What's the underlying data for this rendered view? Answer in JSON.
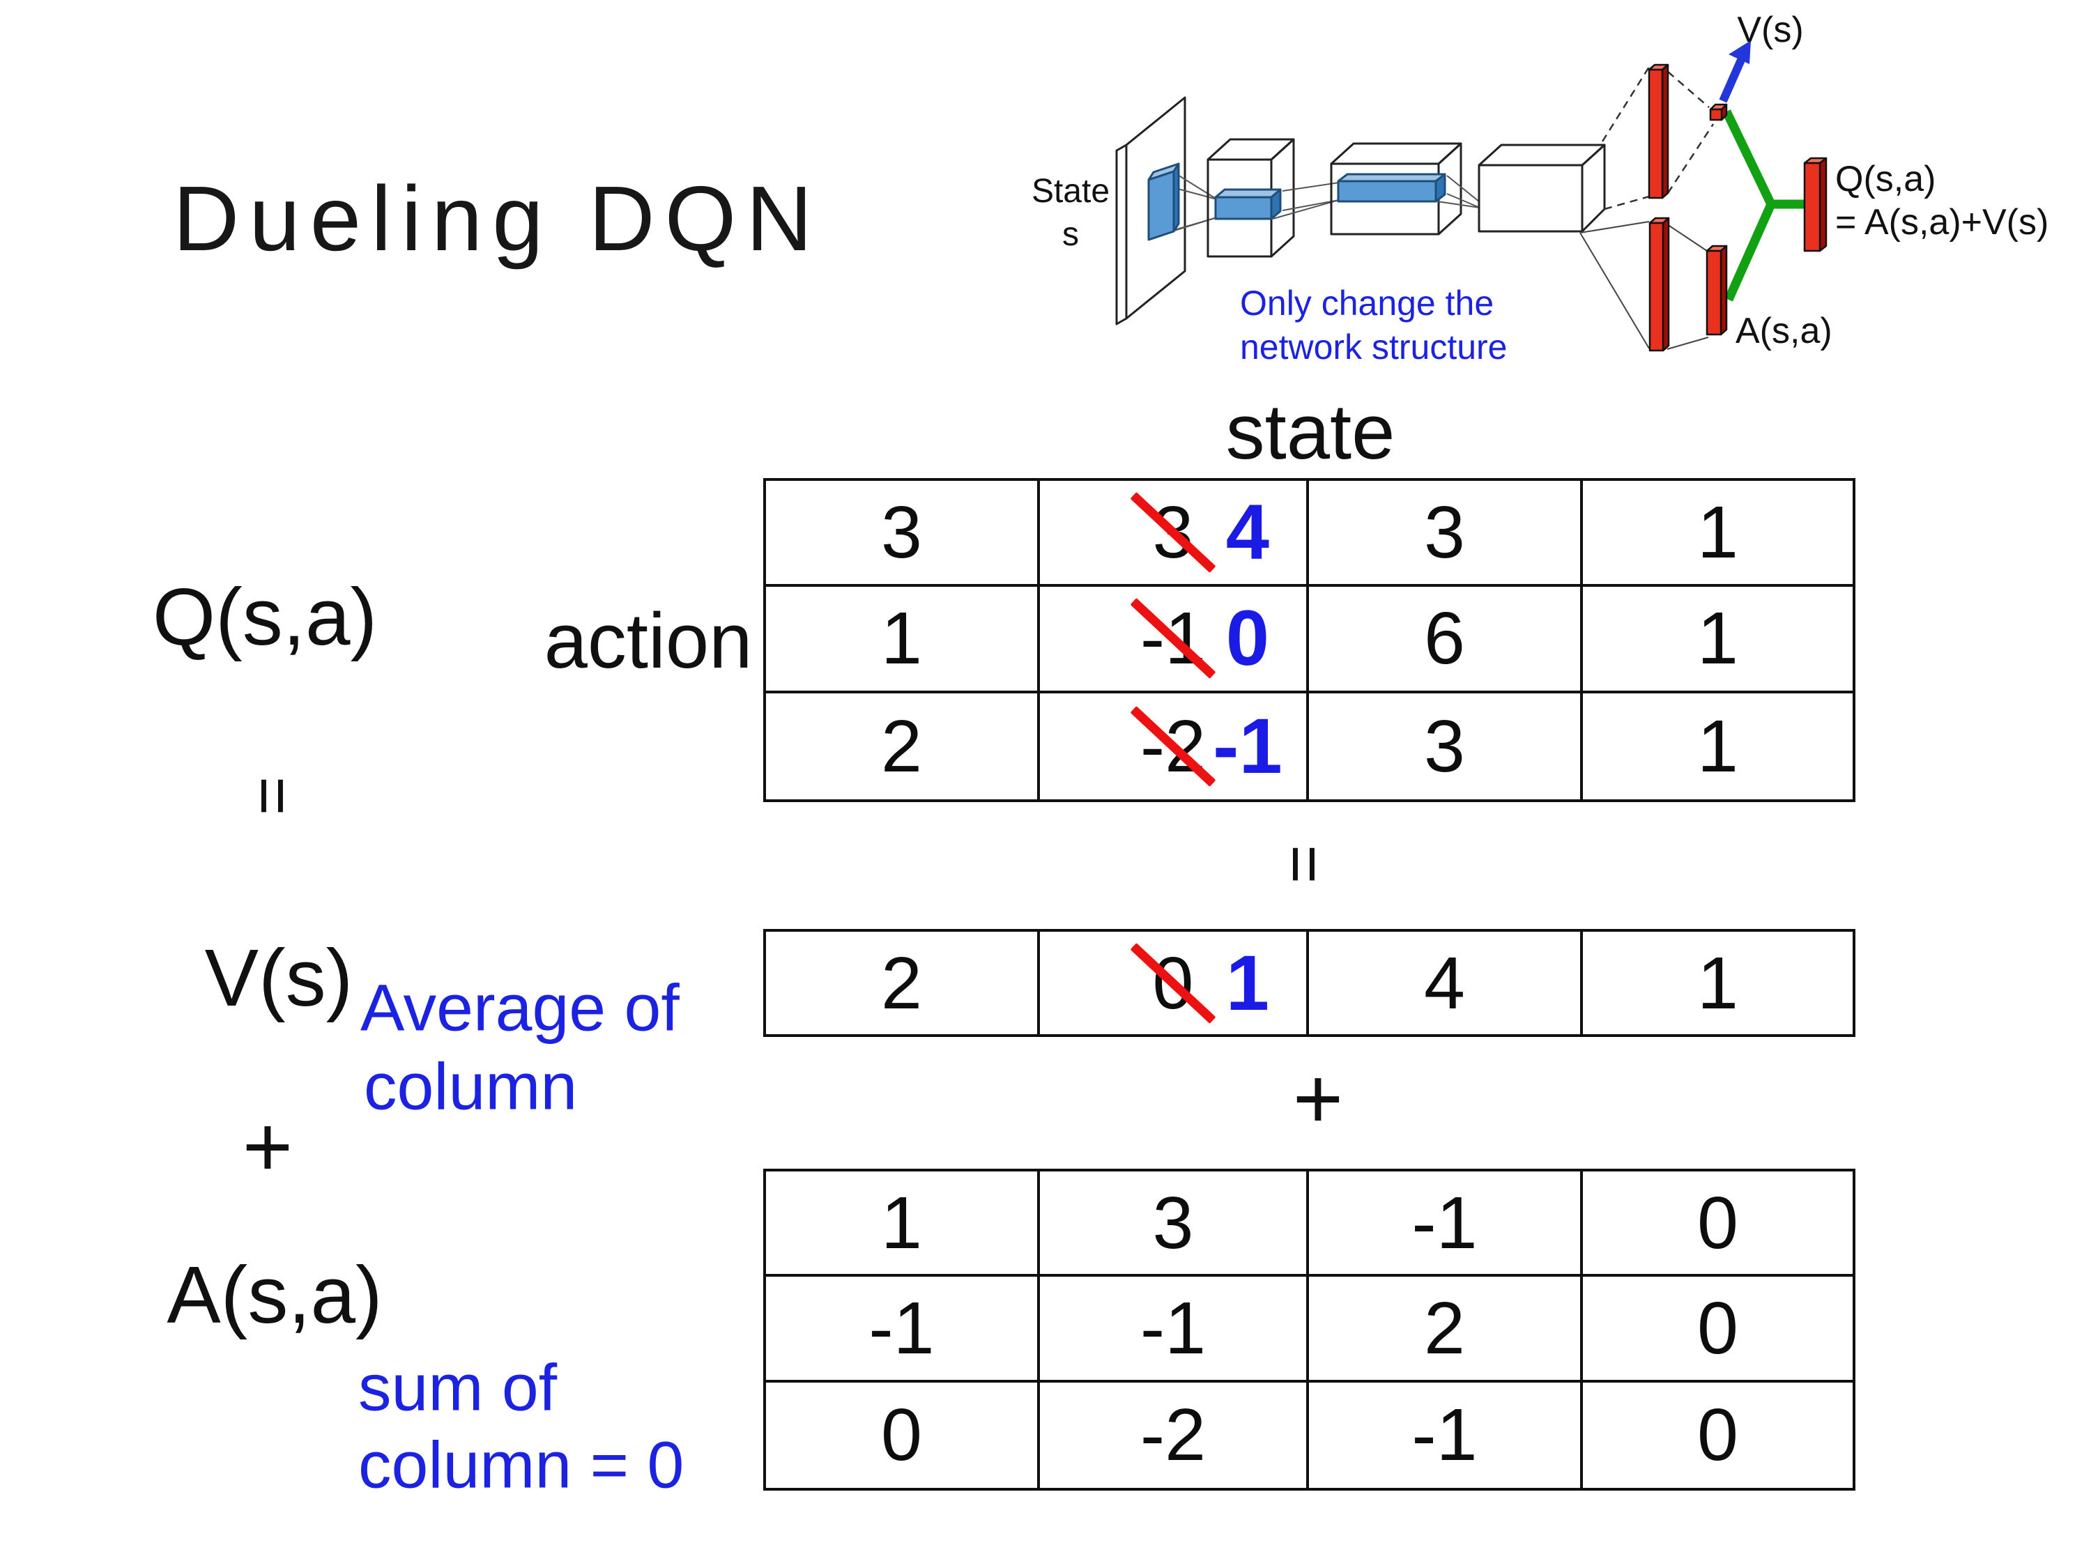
{
  "title": "Dueling DQN",
  "colors": {
    "accent_blue": "#1b22e1",
    "handwritten_blue": "#1b1be6",
    "strike_red": "#ee1111",
    "bar_red": "#e8311f",
    "bar_red_dark": "#9c0f06",
    "bar_red_light": "#f4705f",
    "connector_green": "#12a112",
    "arrow_blue": "#2336d9",
    "feature_blue": "#5b9bd5",
    "feature_blue_light": "#9dc3e6",
    "feature_blue_dark": "#2e74b5"
  },
  "diagram": {
    "state_line1": "State",
    "state_line2": "s",
    "v_out": "V(s)",
    "a_out": "A(s,a)",
    "q_out1": "Q(s,a)",
    "q_out2": "= A(s,a)+V(s)",
    "note1": "Only change the",
    "note2": "network structure"
  },
  "matrix": {
    "state_label": "state",
    "action_label": "action",
    "q_label": "Q(s,a)",
    "v_label": "V(s)",
    "a_label": "A(s,a)",
    "eq_left": "=",
    "eq_mid": "=",
    "plus_left": "+",
    "plus_mid": "+",
    "avg_note": [
      "Average of",
      "column"
    ],
    "sum_note": [
      "sum of",
      "column = 0"
    ],
    "q_rows": [
      [
        {
          "v": "3"
        },
        {
          "old": "3",
          "new": "4"
        },
        {
          "v": "3"
        },
        {
          "v": "1"
        }
      ],
      [
        {
          "v": "1"
        },
        {
          "old": "-1",
          "new": "0"
        },
        {
          "v": "6"
        },
        {
          "v": "1"
        }
      ],
      [
        {
          "v": "2"
        },
        {
          "old": "-2",
          "new": "-1"
        },
        {
          "v": "3"
        },
        {
          "v": "1"
        }
      ]
    ],
    "v_cells": [
      {
        "v": "2"
      },
      {
        "old": "0",
        "new": "1"
      },
      {
        "v": "4"
      },
      {
        "v": "1"
      }
    ],
    "a_rows": [
      [
        "1",
        "3",
        "-1",
        "0"
      ],
      [
        "-1",
        "-1",
        "2",
        "0"
      ],
      [
        "0",
        "-2",
        "-1",
        "0"
      ]
    ]
  }
}
